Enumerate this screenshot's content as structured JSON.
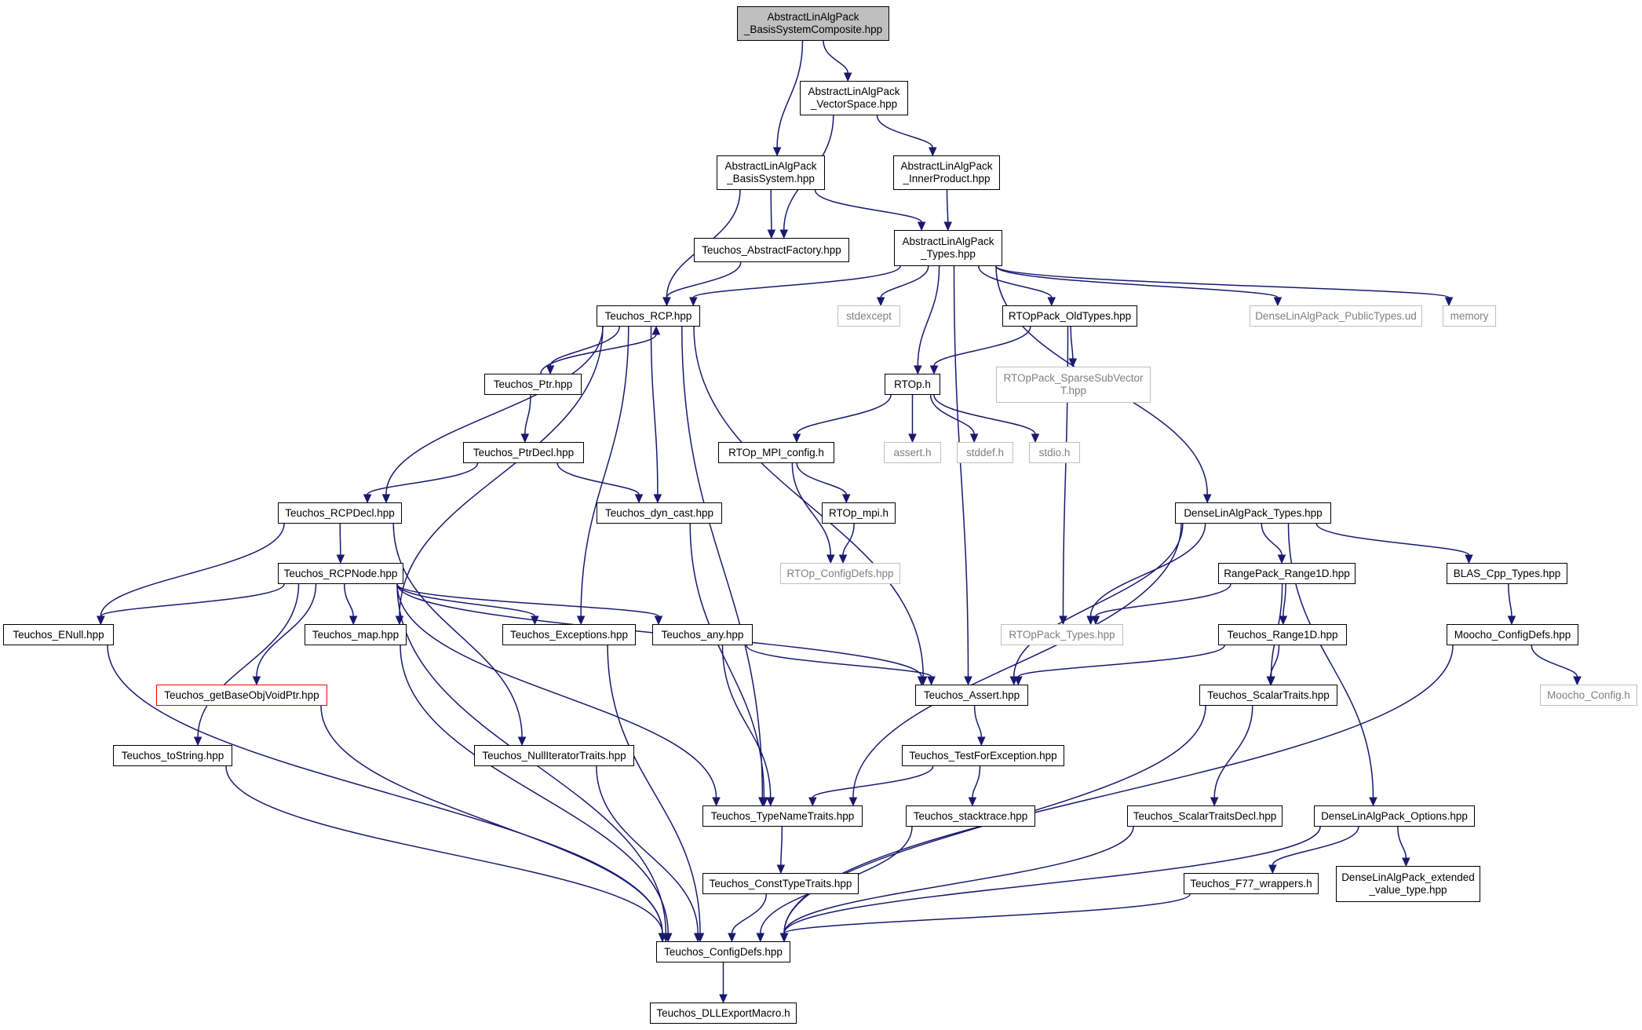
{
  "diagram": {
    "type": "include-dependency-graph",
    "colors": {
      "edge": "#191970",
      "root_fill": "#bfbfbf",
      "node_border": "#000000",
      "external_border": "#bfbfbf",
      "external_text": "#7f7f7f",
      "incomplete_border": "#ff0000"
    },
    "nodes": [
      {
        "id": "n_root",
        "label": "AbstractLinAlgPack\n_BasisSystemComposite.hpp",
        "style": "root"
      },
      {
        "id": "n_vecspace",
        "label": "AbstractLinAlgPack\n_VectorSpace.hpp",
        "style": "normal"
      },
      {
        "id": "n_basissys",
        "label": "AbstractLinAlgPack\n_BasisSystem.hpp",
        "style": "normal"
      },
      {
        "id": "n_innerprod",
        "label": "AbstractLinAlgPack\n_InnerProduct.hpp",
        "style": "normal"
      },
      {
        "id": "n_absfactory",
        "label": "Teuchos_AbstractFactory.hpp",
        "style": "normal"
      },
      {
        "id": "n_algtypes",
        "label": "AbstractLinAlgPack\n_Types.hpp",
        "style": "normal"
      },
      {
        "id": "n_rcp",
        "label": "Teuchos_RCP.hpp",
        "style": "normal"
      },
      {
        "id": "n_stdexcept",
        "label": "stdexcept",
        "style": "external"
      },
      {
        "id": "n_rtopoldtypes",
        "label": "RTOpPack_OldTypes.hpp",
        "style": "normal"
      },
      {
        "id": "n_densepubtypes",
        "label": "DenseLinAlgPack_PublicTypes.ud",
        "style": "external"
      },
      {
        "id": "n_memory",
        "label": "memory",
        "style": "external"
      },
      {
        "id": "n_ptr",
        "label": "Teuchos_Ptr.hpp",
        "style": "normal"
      },
      {
        "id": "n_rtoph",
        "label": "RTOp.h",
        "style": "normal"
      },
      {
        "id": "n_sparsesub",
        "label": "RTOpPack_SparseSubVector\nT.hpp",
        "style": "external"
      },
      {
        "id": "n_ptrdecl",
        "label": "Teuchos_PtrDecl.hpp",
        "style": "normal"
      },
      {
        "id": "n_rtopmpiconfig",
        "label": "RTOp_MPI_config.h",
        "style": "normal"
      },
      {
        "id": "n_asserth",
        "label": "assert.h",
        "style": "external"
      },
      {
        "id": "n_stddef",
        "label": "stddef.h",
        "style": "external"
      },
      {
        "id": "n_stdio",
        "label": "stdio.h",
        "style": "external"
      },
      {
        "id": "n_rcpdecl",
        "label": "Teuchos_RCPDecl.hpp",
        "style": "normal"
      },
      {
        "id": "n_dyncast",
        "label": "Teuchos_dyn_cast.hpp",
        "style": "normal"
      },
      {
        "id": "n_rtopmpi",
        "label": "RTOp_mpi.h",
        "style": "normal"
      },
      {
        "id": "n_densetypes",
        "label": "DenseLinAlgPack_Types.hpp",
        "style": "normal"
      },
      {
        "id": "n_rcpnode",
        "label": "Teuchos_RCPNode.hpp",
        "style": "normal"
      },
      {
        "id": "n_rtopconfig",
        "label": "RTOp_ConfigDefs.hpp",
        "style": "external"
      },
      {
        "id": "n_range1dpack",
        "label": "RangePack_Range1D.hpp",
        "style": "normal"
      },
      {
        "id": "n_blas",
        "label": "BLAS_Cpp_Types.hpp",
        "style": "normal"
      },
      {
        "id": "n_enull",
        "label": "Teuchos_ENull.hpp",
        "style": "normal"
      },
      {
        "id": "n_map",
        "label": "Teuchos_map.hpp",
        "style": "normal"
      },
      {
        "id": "n_exceptions",
        "label": "Teuchos_Exceptions.hpp",
        "style": "normal"
      },
      {
        "id": "n_any",
        "label": "Teuchos_any.hpp",
        "style": "normal"
      },
      {
        "id": "n_rtoptypes",
        "label": "RTOpPack_Types.hpp",
        "style": "external"
      },
      {
        "id": "n_range1d",
        "label": "Teuchos_Range1D.hpp",
        "style": "normal"
      },
      {
        "id": "n_moochodefs",
        "label": "Moocho_ConfigDefs.hpp",
        "style": "normal"
      },
      {
        "id": "n_getbase",
        "label": "Teuchos_getBaseObjVoidPtr.hpp",
        "style": "incomplete"
      },
      {
        "id": "n_assert",
        "label": "Teuchos_Assert.hpp",
        "style": "normal"
      },
      {
        "id": "n_scalartraits",
        "label": "Teuchos_ScalarTraits.hpp",
        "style": "normal"
      },
      {
        "id": "n_moochoconfig",
        "label": "Moocho_Config.h",
        "style": "external"
      },
      {
        "id": "n_tostring",
        "label": "Teuchos_toString.hpp",
        "style": "normal"
      },
      {
        "id": "n_nulliter",
        "label": "Teuchos_NullIteratorTraits.hpp",
        "style": "normal"
      },
      {
        "id": "n_testforexc",
        "label": "Teuchos_TestForException.hpp",
        "style": "normal"
      },
      {
        "id": "n_typename",
        "label": "Teuchos_TypeNameTraits.hpp",
        "style": "normal"
      },
      {
        "id": "n_stacktrace",
        "label": "Teuchos_stacktrace.hpp",
        "style": "normal"
      },
      {
        "id": "n_scalardecl",
        "label": "Teuchos_ScalarTraitsDecl.hpp",
        "style": "normal"
      },
      {
        "id": "n_denseoptions",
        "label": "DenseLinAlgPack_Options.hpp",
        "style": "normal"
      },
      {
        "id": "n_consttype",
        "label": "Teuchos_ConstTypeTraits.hpp",
        "style": "normal"
      },
      {
        "id": "n_f77",
        "label": "Teuchos_F77_wrappers.h",
        "style": "normal"
      },
      {
        "id": "n_extvalue",
        "label": "DenseLinAlgPack_extended\n_value_type.hpp",
        "style": "normal"
      },
      {
        "id": "n_configdefs",
        "label": "Teuchos_ConfigDefs.hpp",
        "style": "normal"
      },
      {
        "id": "n_dllexport",
        "label": "Teuchos_DLLExportMacro.h",
        "style": "normal"
      }
    ],
    "edges": [
      [
        "n_root",
        "n_vecspace"
      ],
      [
        "n_root",
        "n_basissys"
      ],
      [
        "n_vecspace",
        "n_innerprod"
      ],
      [
        "n_vecspace",
        "n_absfactory"
      ],
      [
        "n_basissys",
        "n_absfactory"
      ],
      [
        "n_basissys",
        "n_algtypes"
      ],
      [
        "n_basissys",
        "n_rcp"
      ],
      [
        "n_innerprod",
        "n_algtypes"
      ],
      [
        "n_absfactory",
        "n_rcp"
      ],
      [
        "n_algtypes",
        "n_rcp"
      ],
      [
        "n_algtypes",
        "n_stdexcept"
      ],
      [
        "n_algtypes",
        "n_rtopoldtypes"
      ],
      [
        "n_algtypes",
        "n_densepubtypes"
      ],
      [
        "n_algtypes",
        "n_memory"
      ],
      [
        "n_algtypes",
        "n_rtoph"
      ],
      [
        "n_algtypes",
        "n_assert"
      ],
      [
        "n_algtypes",
        "n_densetypes"
      ],
      [
        "n_rcp",
        "n_ptr"
      ],
      [
        "n_ptr",
        "n_rcp"
      ],
      [
        "n_ptr",
        "n_ptrdecl"
      ],
      [
        "n_rcp",
        "n_rcpdecl"
      ],
      [
        "n_rcp",
        "n_map"
      ],
      [
        "n_rcp",
        "n_exceptions"
      ],
      [
        "n_rcp",
        "n_dyncast"
      ],
      [
        "n_rcp",
        "n_typename"
      ],
      [
        "n_rcp",
        "n_assert"
      ],
      [
        "n_rtopoldtypes",
        "n_rtoph"
      ],
      [
        "n_rtopoldtypes",
        "n_sparsesub"
      ],
      [
        "n_rtopoldtypes",
        "n_rtoptypes"
      ],
      [
        "n_rtoph",
        "n_rtopmpiconfig"
      ],
      [
        "n_rtoph",
        "n_asserth"
      ],
      [
        "n_rtoph",
        "n_stddef"
      ],
      [
        "n_rtoph",
        "n_stdio"
      ],
      [
        "n_ptrdecl",
        "n_rcpdecl"
      ],
      [
        "n_ptrdecl",
        "n_dyncast"
      ],
      [
        "n_rtopmpiconfig",
        "n_rtopmpi"
      ],
      [
        "n_rtopmpiconfig",
        "n_rtopconfig"
      ],
      [
        "n_rtopmpi",
        "n_rtopconfig"
      ],
      [
        "n_rcpdecl",
        "n_rcpnode"
      ],
      [
        "n_rcpdecl",
        "n_enull"
      ],
      [
        "n_rcpdecl",
        "n_nulliter"
      ],
      [
        "n_dyncast",
        "n_typename"
      ],
      [
        "n_densetypes",
        "n_range1dpack"
      ],
      [
        "n_densetypes",
        "n_blas"
      ],
      [
        "n_densetypes",
        "n_rtoptypes"
      ],
      [
        "n_densetypes",
        "n_assert"
      ],
      [
        "n_densetypes",
        "n_typename"
      ],
      [
        "n_densetypes",
        "n_denseoptions"
      ],
      [
        "n_rcpnode",
        "n_enull"
      ],
      [
        "n_rcpnode",
        "n_map"
      ],
      [
        "n_rcpnode",
        "n_exceptions"
      ],
      [
        "n_rcpnode",
        "n_any"
      ],
      [
        "n_rcpnode",
        "n_assert"
      ],
      [
        "n_rcpnode",
        "n_getbase"
      ],
      [
        "n_rcpnode",
        "n_tostring"
      ],
      [
        "n_rcpnode",
        "n_typename"
      ],
      [
        "n_rcpnode",
        "n_configdefs"
      ],
      [
        "n_range1dpack",
        "n_rtoptypes"
      ],
      [
        "n_range1dpack",
        "n_range1d"
      ],
      [
        "n_range1dpack",
        "n_scalartraits"
      ],
      [
        "n_blas",
        "n_moochodefs"
      ],
      [
        "n_enull",
        "n_configdefs"
      ],
      [
        "n_map",
        "n_configdefs"
      ],
      [
        "n_exceptions",
        "n_configdefs"
      ],
      [
        "n_any",
        "n_assert"
      ],
      [
        "n_any",
        "n_typename"
      ],
      [
        "n_range1d",
        "n_assert"
      ],
      [
        "n_range1d",
        "n_scalartraits"
      ],
      [
        "n_moochodefs",
        "n_moochoconfig"
      ],
      [
        "n_moochodefs",
        "n_configdefs"
      ],
      [
        "n_getbase",
        "n_configdefs"
      ],
      [
        "n_assert",
        "n_testforexc"
      ],
      [
        "n_scalartraits",
        "n_scalardecl"
      ],
      [
        "n_scalartraits",
        "n_configdefs"
      ],
      [
        "n_tostring",
        "n_configdefs"
      ],
      [
        "n_nulliter",
        "n_configdefs"
      ],
      [
        "n_testforexc",
        "n_typename"
      ],
      [
        "n_testforexc",
        "n_stacktrace"
      ],
      [
        "n_typename",
        "n_consttype"
      ],
      [
        "n_stacktrace",
        "n_configdefs"
      ],
      [
        "n_scalardecl",
        "n_configdefs"
      ],
      [
        "n_denseoptions",
        "n_f77"
      ],
      [
        "n_denseoptions",
        "n_extvalue"
      ],
      [
        "n_denseoptions",
        "n_configdefs"
      ],
      [
        "n_consttype",
        "n_configdefs"
      ],
      [
        "n_f77",
        "n_configdefs"
      ],
      [
        "n_configdefs",
        "n_dllexport"
      ]
    ]
  }
}
